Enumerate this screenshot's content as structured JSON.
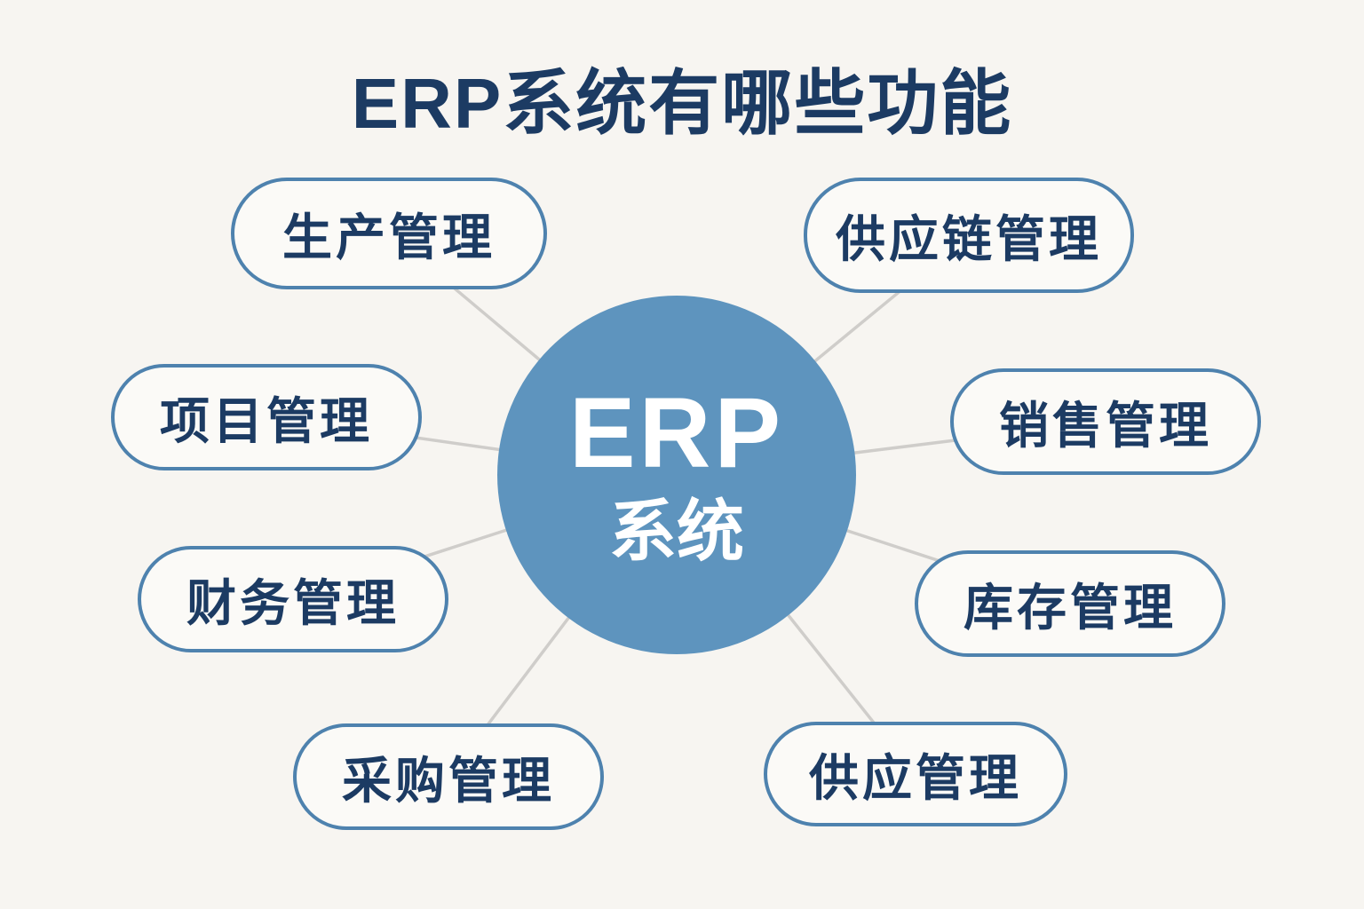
{
  "title": "ERP系统有哪些功能",
  "center": {
    "line1": "ERP",
    "line2": "系统"
  },
  "nodes": [
    {
      "id": "production",
      "label": "生产管理"
    },
    {
      "id": "supply-chain",
      "label": "供应链管理"
    },
    {
      "id": "project",
      "label": "项目管理"
    },
    {
      "id": "sales",
      "label": "销售管理"
    },
    {
      "id": "finance",
      "label": "财务管理"
    },
    {
      "id": "inventory",
      "label": "库存管理"
    },
    {
      "id": "procurement",
      "label": "采购管理"
    },
    {
      "id": "supply",
      "label": "供应管理"
    }
  ],
  "colors": {
    "background": "#f7f5f1",
    "title_text": "#1c3b63",
    "node_border": "#4e82ae",
    "node_text": "#1c3b63",
    "center_circle": "#5e94be",
    "center_text": "#ffffff",
    "connector_line": "#cfcdca"
  }
}
